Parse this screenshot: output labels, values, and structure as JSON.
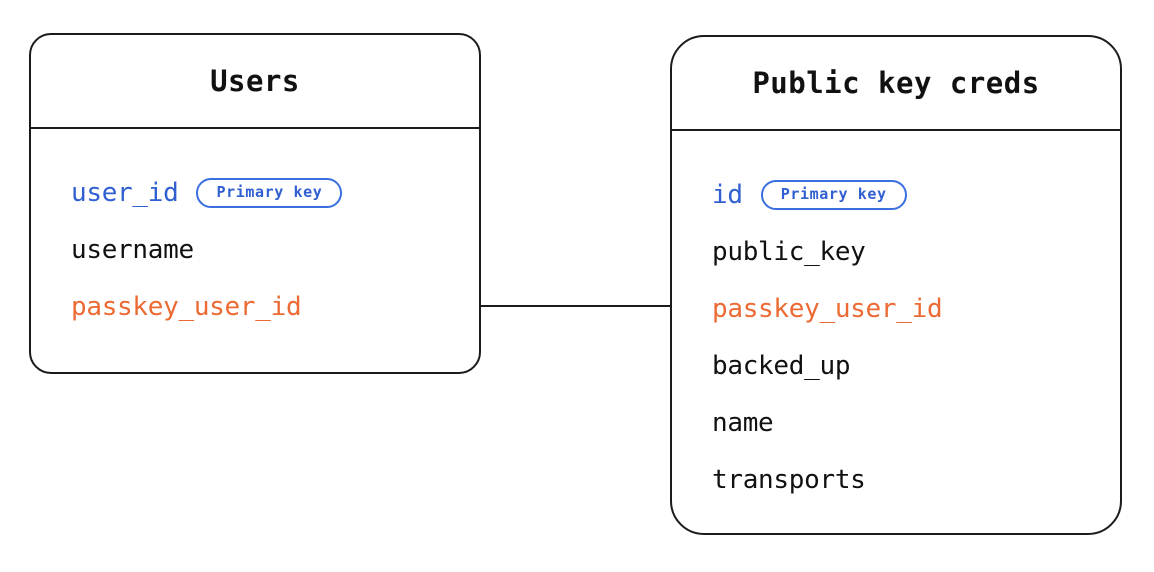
{
  "diagram": {
    "type": "entity-relationship-diagram",
    "background_color": "#ffffff",
    "colors": {
      "stroke": "#1b1b1b",
      "primary_key": "#2f5fd0",
      "foreign_key": "#ec6a33",
      "text": "#111111",
      "badge_border": "#3a6fe0"
    },
    "entities": [
      {
        "id": "users",
        "title": "Users",
        "fields": [
          {
            "name": "user_id",
            "role": "primary_key",
            "badge": "Primary key"
          },
          {
            "name": "username",
            "role": "plain",
            "badge": ""
          },
          {
            "name": "passkey_user_id",
            "role": "foreign_key",
            "badge": ""
          }
        ]
      },
      {
        "id": "public_key_creds",
        "title": "Public key creds",
        "fields": [
          {
            "name": "id",
            "role": "primary_key",
            "badge": "Primary key"
          },
          {
            "name": "public_key",
            "role": "plain",
            "badge": ""
          },
          {
            "name": "passkey_user_id",
            "role": "foreign_key",
            "badge": ""
          },
          {
            "name": "backed_up",
            "role": "plain",
            "badge": ""
          },
          {
            "name": "name",
            "role": "plain",
            "badge": ""
          },
          {
            "name": "transports",
            "role": "plain",
            "badge": ""
          }
        ]
      }
    ],
    "relationships": [
      {
        "from_entity": "users",
        "from_field": "passkey_user_id",
        "to_entity": "public_key_creds",
        "to_field": "passkey_user_id",
        "style": "straight-line"
      }
    ]
  }
}
